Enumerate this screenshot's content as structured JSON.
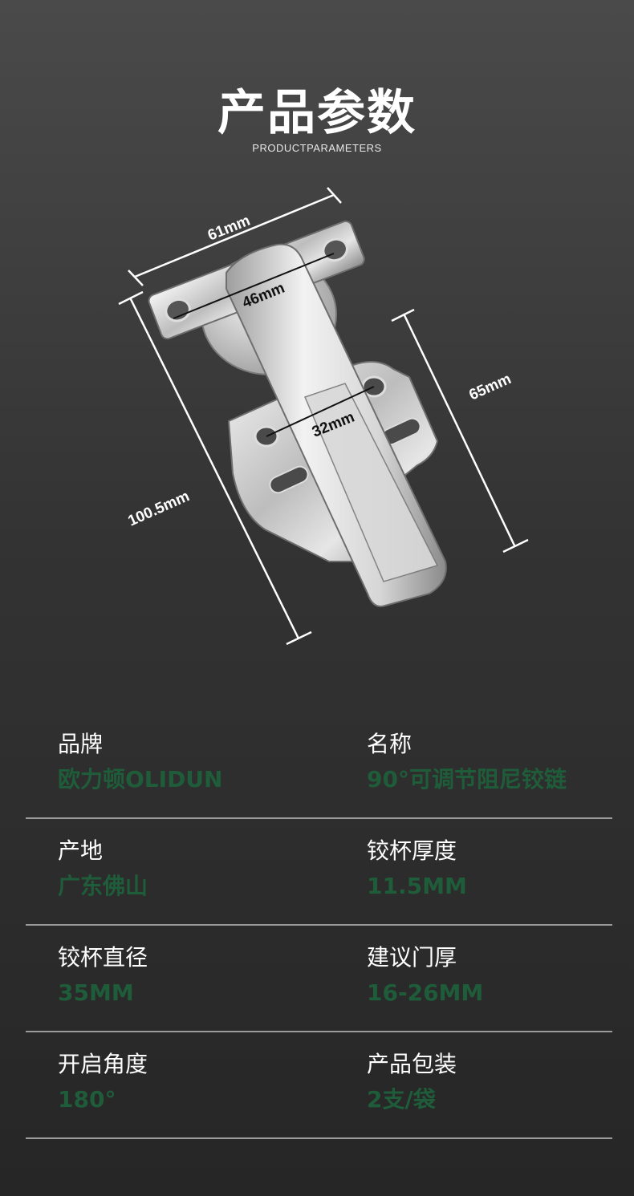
{
  "header": {
    "title": "产品参数",
    "subtitle": "PRODUCTPARAMETERS"
  },
  "figure": {
    "dimensions": {
      "top_width": "61mm",
      "cup_width": "46mm",
      "hole_spacing": "32mm",
      "arm_length": "65mm",
      "total_length": "100.5mm"
    }
  },
  "params": [
    {
      "left": {
        "label": "品牌",
        "value": "欧力顿OLIDUN"
      },
      "right": {
        "label": "名称",
        "value": "90°可调节阻尼铰链"
      }
    },
    {
      "left": {
        "label": "产地",
        "value": "广东佛山"
      },
      "right": {
        "label": "铰杯厚度",
        "value": "11.5MM"
      }
    },
    {
      "left": {
        "label": "铰杯直径",
        "value": "35MM"
      },
      "right": {
        "label": "建议门厚",
        "value": "16-26MM"
      }
    },
    {
      "left": {
        "label": "开启角度",
        "value": "180°"
      },
      "right": {
        "label": "产品包装",
        "value": "2支/袋"
      }
    }
  ],
  "colors": {
    "value_green": "#1f5c3a",
    "divider": "#9a9a9a"
  }
}
